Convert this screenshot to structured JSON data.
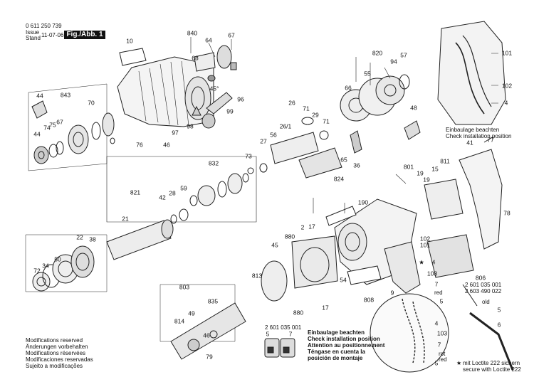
{
  "header": {
    "part_number": "0 611 250 739",
    "issue_label": "Issue",
    "stand_label": "Stand",
    "date": "11-07-06",
    "figure_label": "Fig./Abb. 1"
  },
  "footer_notes": [
    "Modifications reserved",
    "Änderungen vorbehalten",
    "Modifications réservées",
    "Modificaciones reservadas",
    "Sujeito a modificações"
  ],
  "install_note_center": [
    "Einbaulage beachten",
    "Check installation position",
    "Attention au positionnement",
    "Téngase en cuenta la",
    "posición de montaje"
  ],
  "install_note_topright": [
    "Einbaulage beachten",
    "Check installation position"
  ],
  "loctite_note": [
    "mit Loctite 222 sichern",
    "secure with Loctite 222"
  ],
  "wire_colors": {
    "red": "red",
    "old": "old",
    "rot": "rot"
  },
  "service_numbers": {
    "sn1": "2 601 035 001",
    "sn2": "2 603 490 022",
    "sn3": "2 601 035 001"
  },
  "labels": {
    "l840": "840",
    "l67a": "67",
    "l64": "64",
    "l68": "68",
    "l10": "10",
    "l44a": "44",
    "l843": "843",
    "l70": "70",
    "l67b": "67",
    "l75": "75",
    "l74": "74",
    "l44b": "44",
    "l45": "45°",
    "l96": "96",
    "l99": "99",
    "l98": "98",
    "l97": "97",
    "l76": "76",
    "l46a": "46",
    "l820": "820",
    "l55": "55",
    "l94": "94",
    "l57": "57",
    "l66": "66",
    "l48": "48",
    "l101a": "101",
    "l102a": "102",
    "l4a": "4",
    "l26": "26",
    "l71a": "71",
    "l56": "56",
    "l26b": "26/1",
    "l29": "29",
    "l71b": "71",
    "l27": "27",
    "l65": "65",
    "l36": "36",
    "l824": "824",
    "l73": "73",
    "l832": "832",
    "l77": "77",
    "l41": "41",
    "l811": "811",
    "l801": "801",
    "l19a": "19",
    "l15": "15",
    "l19b": "19",
    "l821": "821",
    "l42": "42",
    "l28": "28",
    "l59": "59",
    "l21": "21",
    "l22": "22",
    "l38": "38",
    "l190": "190",
    "l78": "78",
    "l72": "72",
    "l34": "34",
    "l50": "50",
    "l880a": "880",
    "l2": "2",
    "l17a": "17",
    "l102b": "102",
    "l101b": "101",
    "lstar": "★",
    "l4b": "4",
    "l103a": "103",
    "l806": "806",
    "l45b": "45",
    "l813": "813",
    "l54": "54",
    "l9": "9",
    "l808": "808",
    "l7a": "7",
    "l5a": "5",
    "l803": "803",
    "l835": "835",
    "l17b": "17",
    "l880b": "880",
    "l49": "49",
    "l814": "814",
    "l46b": "46",
    "l79": "79",
    "l5b": "5",
    "l7b": "7",
    "l5c": "5",
    "l6": "6",
    "l4c": "4",
    "l103b": "103",
    "l7c": "7",
    "l5d": "5"
  }
}
